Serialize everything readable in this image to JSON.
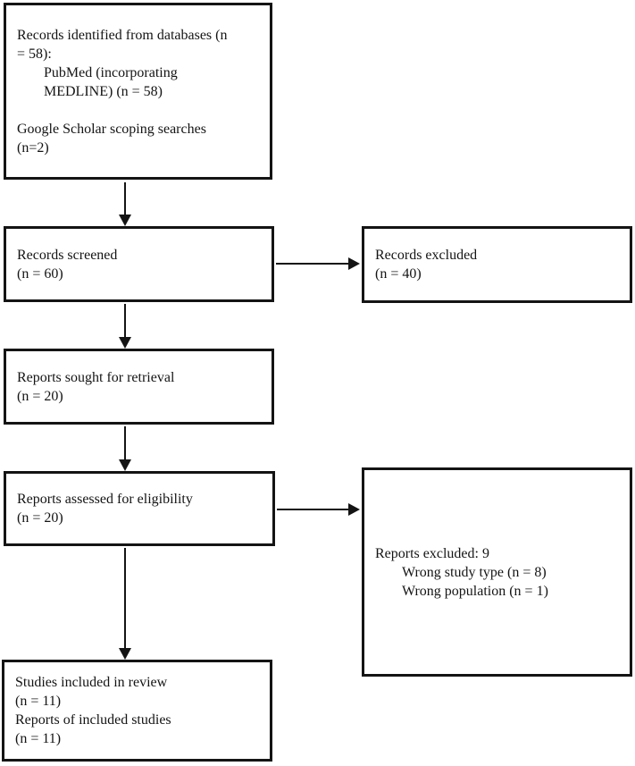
{
  "colors": {
    "background": "#ffffff",
    "box_border": "#141414",
    "text": "#141414",
    "arrow": "#141414"
  },
  "diagram": {
    "type": "prisma-flowchart",
    "boxes": {
      "identification": {
        "lines": [
          {
            "text": "Records identified from databases (n",
            "indent": 0
          },
          {
            "text": "= 58):",
            "indent": 0
          },
          {
            "text": "PubMed (incorporating",
            "indent": 1
          },
          {
            "text": "MEDLINE) (n = 58)",
            "indent": 1
          },
          {
            "text": "",
            "indent": 0
          },
          {
            "text": "Google Scholar scoping searches",
            "indent": 0
          },
          {
            "text": "(n=2)",
            "indent": 0
          }
        ]
      },
      "screened": {
        "lines": [
          {
            "text": "Records screened",
            "indent": 0
          },
          {
            "text": "(n = 60)",
            "indent": 0
          }
        ]
      },
      "records_excluded": {
        "lines": [
          {
            "text": "Records excluded",
            "indent": 0
          },
          {
            "text": "(n = 40)",
            "indent": 0
          }
        ]
      },
      "sought": {
        "lines": [
          {
            "text": "Reports sought for retrieval",
            "indent": 0
          },
          {
            "text": "(n = 20)",
            "indent": 0
          }
        ]
      },
      "assessed": {
        "lines": [
          {
            "text": "Reports assessed for eligibility",
            "indent": 0
          },
          {
            "text": "(n = 20)",
            "indent": 0
          }
        ]
      },
      "reports_excluded": {
        "lines": [
          {
            "text": "Reports excluded: 9",
            "indent": 0
          },
          {
            "text": "Wrong study type (n = 8)",
            "indent": 1
          },
          {
            "text": "Wrong population (n = 1)",
            "indent": 1
          }
        ]
      },
      "included": {
        "lines": [
          {
            "text": "Studies included in review",
            "indent": 0
          },
          {
            "text": "(n = 11)",
            "indent": 0
          },
          {
            "text": "Reports of included studies",
            "indent": 0
          },
          {
            "text": "(n = 11)",
            "indent": 0
          }
        ]
      }
    }
  }
}
